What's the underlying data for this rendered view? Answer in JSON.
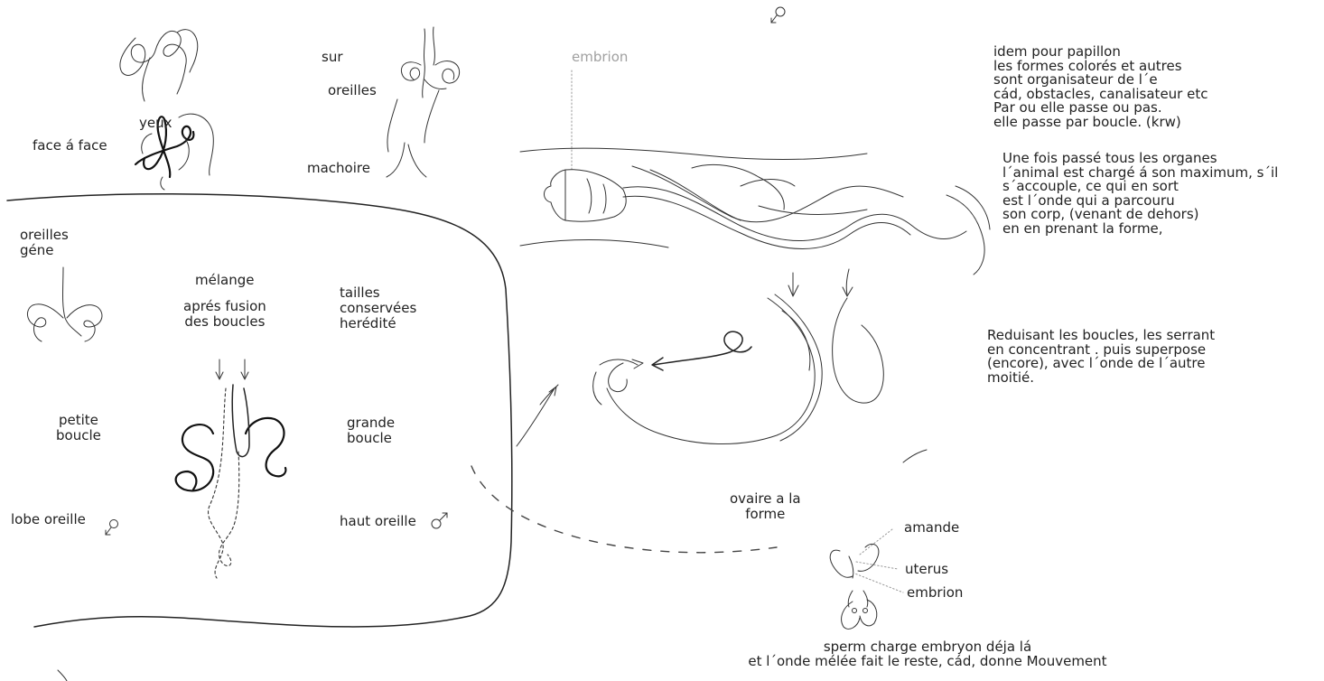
{
  "labels": {
    "yeux": "yeux",
    "face_a_face": "face á face",
    "sur": "sur",
    "oreilles_top": "oreilles",
    "machoire": "machoire",
    "embrion_top": "embrion",
    "oreilles_gene": "oreilles\ngéne",
    "melange": "mélange",
    "apres_fusion": "aprés fusion\ndes boucles",
    "tailles": "tailles\nconservées\nherédité",
    "petite_boucle": "petite\nboucle",
    "grande_boucle": "grande\nboucle",
    "lobe_oreille": "lobe oreille",
    "haut_oreille": "haut oreille",
    "ovaire": "ovaire a la\nforme",
    "amande": "amande",
    "uterus": "uterus",
    "embrion_bottom": "embrion"
  },
  "paragraphs": {
    "papillon": "idem pour papillon\nles formes colorés et autres\nsont organisateur de l´e\ncád, obstacles, canalisateur etc\nPar ou elle passe ou pas.\nelle passe par boucle. (krw)",
    "organes": "Une fois passé tous les organes\nl´animal est chargé á son maximum, s´il\ns´accouple, ce qui en sort\nest l´onde qui a parcouru\nson corp, (venant de dehors)\nen en prenant la forme,",
    "boucles": "Reduisant les boucles, les serrant\nen concentrant . puis superpose\n(encore), avec l´onde de l´autre\nmoitié.",
    "sperm": "sperm charge embryon déja lá\net l´onde mélée fait le reste, cád, donne Mouvement"
  }
}
